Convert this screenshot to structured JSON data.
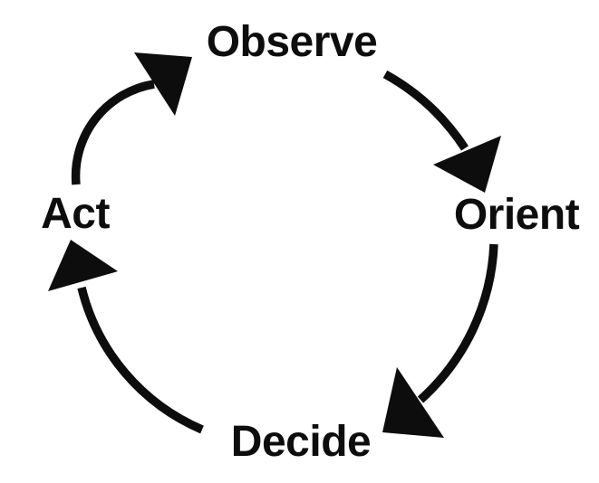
{
  "diagram": {
    "background_color": "#ffffff",
    "ink_color": "#0d0d0d",
    "flow_direction": "clockwise",
    "nodes": [
      {
        "id": "observe",
        "label": "Observe",
        "position": "top"
      },
      {
        "id": "orient",
        "label": "Orient",
        "position": "right"
      },
      {
        "id": "decide",
        "label": "Decide",
        "position": "bottom"
      },
      {
        "id": "act",
        "label": "Act",
        "position": "left"
      }
    ],
    "arrows": [
      {
        "from": "Observe",
        "to": "Orient"
      },
      {
        "from": "Orient",
        "to": "Decide"
      },
      {
        "from": "Decide",
        "to": "Act"
      },
      {
        "from": "Act",
        "to": "Observe"
      }
    ]
  }
}
